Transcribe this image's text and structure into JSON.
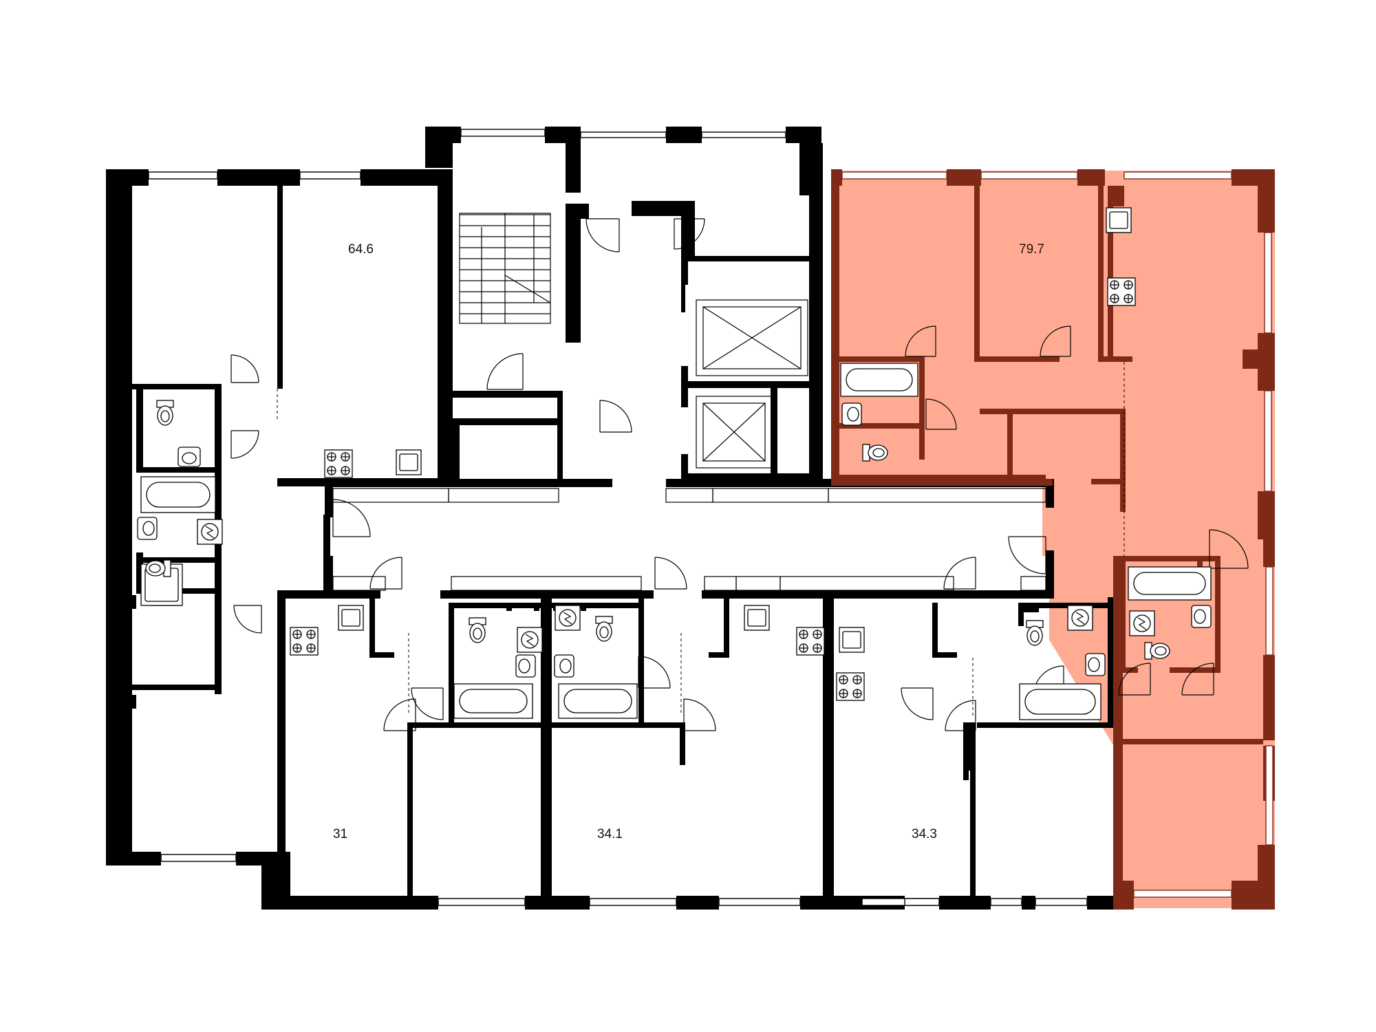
{
  "colors": {
    "background": "#ffffff",
    "wall": "#000000",
    "highlight_fill": "#ffab93",
    "highlight_wall": "#7f2a16"
  },
  "apartments": [
    {
      "id": "apt-64-6",
      "label": "64.6",
      "highlighted": false
    },
    {
      "id": "apt-79-7",
      "label": "79.7",
      "highlighted": true
    },
    {
      "id": "apt-31",
      "label": "31",
      "highlighted": false
    },
    {
      "id": "apt-34-1",
      "label": "34.1",
      "highlighted": false
    },
    {
      "id": "apt-34-3",
      "label": "34.3",
      "highlighted": false
    }
  ],
  "fixture_icons": [
    "stove-icon",
    "sink-icon",
    "toilet-icon",
    "bathtub-icon",
    "washbasin-icon",
    "washing-machine-icon",
    "shower-tray-icon",
    "elevator-icon",
    "stair-icon",
    "door-swing-icon"
  ]
}
